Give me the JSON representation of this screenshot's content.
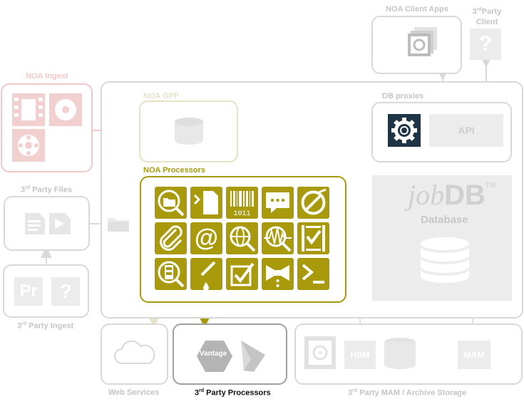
{
  "colors": {
    "processor_accent": "#a89a0a",
    "gear_icon_bg": "#1f3545",
    "faded_gray": "#d9d9d9",
    "ingest_red": "#f0c8c8",
    "gpp_khaki": "#e6e2c8",
    "dark_line": "#1f3545"
  },
  "labels": {
    "noa_client_apps": "NOA Client Apps",
    "third_party_client_sup": "rd",
    "third_party_client_pre": "3",
    "third_party_client_post": "Party",
    "third_party_client_line2": "Client",
    "noa_ingest": "NOA Ingest",
    "noa_gpp": "NOA GPP",
    "db_proxies": "DB proxies",
    "api": "API",
    "noa_processors": "NOA Processors",
    "third_party_files_pre": "3",
    "third_party_files_sup": "rd",
    "third_party_files_post": " Party Files",
    "jobdb_job": "job",
    "jobdb_db": "DB",
    "jobdb_tm": "TM",
    "database": "Database",
    "third_party_ingest_pre": "3",
    "third_party_ingest_sup": "rd",
    "third_party_ingest_post": " Party Ingest",
    "web_services": "Web Services",
    "third_party_processors_pre": "3",
    "third_party_processors_sup": "rd",
    "third_party_processors_post": " Party Processors",
    "third_party_mam_pre": "3",
    "third_party_mam_sup": "rd",
    "third_party_mam_post": " Party MAM / Archive Storage",
    "hsm": "HSM",
    "mam": "MAM",
    "vantage": "Vantage",
    "premiere_icon_text": "Pr",
    "question_mark": "?",
    "barcode_digits": "1011"
  },
  "processor_tiles": [
    {
      "icon": "folder-search-icon"
    },
    {
      "icon": "file-transfer-icon"
    },
    {
      "icon": "barcode-icon"
    },
    {
      "icon": "chat-message-icon"
    },
    {
      "icon": "no-sign-icon"
    },
    {
      "icon": "paperclip-icon"
    },
    {
      "icon": "at-sign-icon"
    },
    {
      "icon": "globe-search-icon"
    },
    {
      "icon": "audio-waveform-search-icon"
    },
    {
      "icon": "film-check-icon"
    },
    {
      "icon": "film-search-icon"
    },
    {
      "icon": "pipette-icon"
    },
    {
      "icon": "checkbox-icon"
    },
    {
      "icon": "bowtie-icon"
    },
    {
      "icon": "terminal-icon"
    }
  ]
}
